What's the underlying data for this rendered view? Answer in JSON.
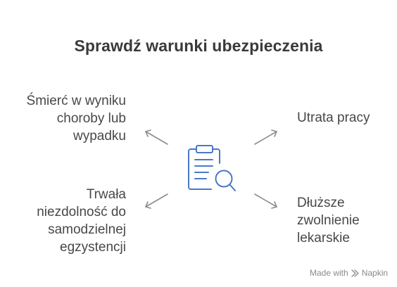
{
  "title": "Sprawdź warunki ubezpieczenia",
  "branches": {
    "top_left": {
      "lines": [
        "Śmierć w wyniku",
        "choroby lub",
        "wypadku"
      ]
    },
    "bottom_left": {
      "lines": [
        "Trwała",
        "niezdolność do",
        "samodzielnej",
        "egzystencji"
      ]
    },
    "top_right": {
      "lines": [
        "Utrata pracy"
      ]
    },
    "bottom_right": {
      "lines": [
        "Dłuższe",
        "zwolnienie",
        "lekarskie"
      ]
    }
  },
  "center_icon": "clipboard-search-icon",
  "footer": {
    "made_with": "Made with",
    "brand": "Napkin"
  },
  "colors": {
    "icon": "#4a78c8",
    "arrow": "#8c8c8c",
    "title": "#3a3a3a",
    "text": "#484848"
  }
}
